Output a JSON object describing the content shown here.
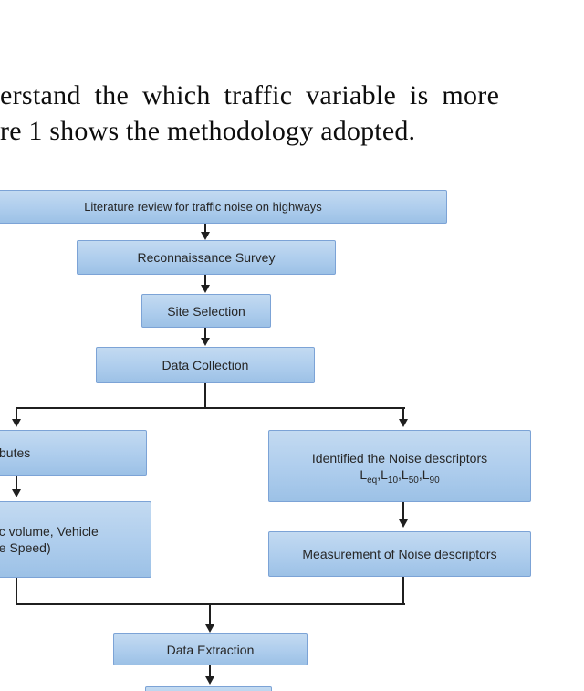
{
  "paragraph": {
    "line1": "erstand the which traffic variable is more",
    "line2": "re 1 shows the methodology adopted."
  },
  "flowchart": {
    "nodes": {
      "literature": {
        "label": "Literature review for traffic noise on highways"
      },
      "reconnaissance": {
        "label": "Reconnaissance Survey"
      },
      "site_selection": {
        "label": "Site Selection"
      },
      "data_collection": {
        "label": "Data Collection"
      },
      "traffic_attributes": {
        "label": "c Attributes"
      },
      "traffic_data": {
        "line1": "(Traffic volume, Vehicle",
        "line2": "vehicle Speed)"
      },
      "noise_descriptors": {
        "line1": "Identified the Noise descriptors",
        "symbol_base": "L",
        "subscripts": [
          "eq",
          "10",
          "50",
          "90"
        ]
      },
      "noise_measurement": {
        "label": "Measurement of Noise descriptors"
      },
      "data_extraction": {
        "label": "Data Extraction"
      },
      "bottom_partial": {
        "label": ""
      }
    },
    "edges": [
      {
        "from": "literature",
        "to": "reconnaissance"
      },
      {
        "from": "reconnaissance",
        "to": "site_selection"
      },
      {
        "from": "site_selection",
        "to": "data_collection"
      },
      {
        "from": "data_collection",
        "to": "traffic_attributes"
      },
      {
        "from": "data_collection",
        "to": "noise_descriptors"
      },
      {
        "from": "traffic_attributes",
        "to": "traffic_data"
      },
      {
        "from": "noise_descriptors",
        "to": "noise_measurement"
      },
      {
        "from": "traffic_data",
        "to": "data_extraction"
      },
      {
        "from": "noise_measurement",
        "to": "data_extraction"
      },
      {
        "from": "data_extraction",
        "to": "bottom_partial"
      }
    ],
    "colors": {
      "box_fill_top": "#c3daf1",
      "box_fill_bottom": "#9cc1e6",
      "box_border": "#7ca3d6",
      "line_color": "#1f1f1f",
      "box_text": "#262626",
      "para_text": "#0d0d0d"
    }
  }
}
